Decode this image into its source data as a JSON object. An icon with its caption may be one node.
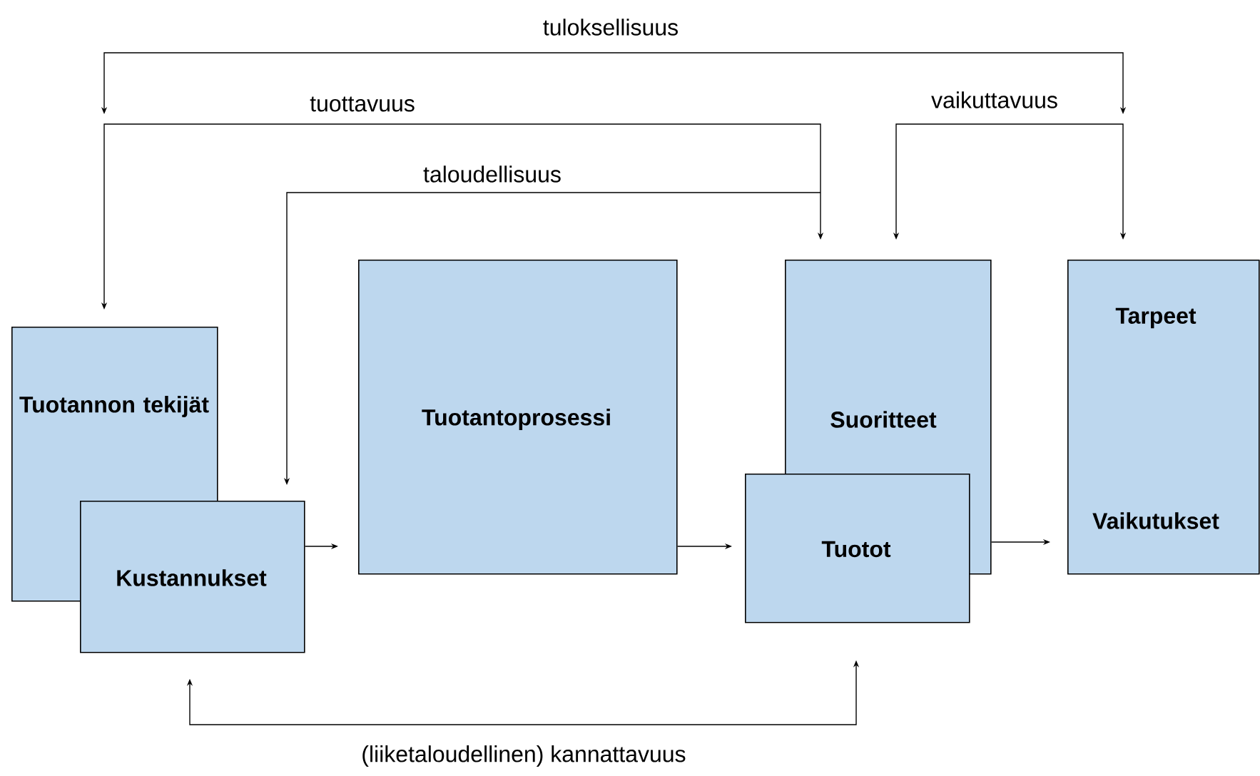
{
  "diagram": {
    "nodes": [
      {
        "text": [
          "Tuotannon tekijät"
        ]
      },
      {
        "text": [
          "Kustannukset"
        ]
      },
      {
        "text": [
          "Tuotantoprosessi"
        ]
      },
      {
        "text": [
          "Suoritteet"
        ]
      },
      {
        "text": [
          "Tuotot"
        ]
      },
      {
        "text": [
          "Tarpeet",
          "Vaikutukset"
        ]
      }
    ],
    "edges": [
      {
        "from": 1,
        "to": 2,
        "arrow": "to"
      },
      {
        "from": 2,
        "to": 4,
        "arrow": "to"
      },
      {
        "from": 3,
        "to": 5,
        "arrow": "to"
      },
      {
        "from": 0,
        "to": 3,
        "arrow": "both",
        "label": "tuottavuus"
      },
      {
        "from": 1,
        "to": 3,
        "arrow": "both",
        "label": "taloudellisuus"
      },
      {
        "from": 3,
        "to": 5,
        "arrow": "both",
        "label": "vaikuttavuus"
      },
      {
        "from": 1,
        "to": 4,
        "arrow": "both",
        "label": "(liiketaloudellinen) kannattavuus"
      }
    ],
    "labels": [
      "tuloksellisuus"
    ]
  }
}
